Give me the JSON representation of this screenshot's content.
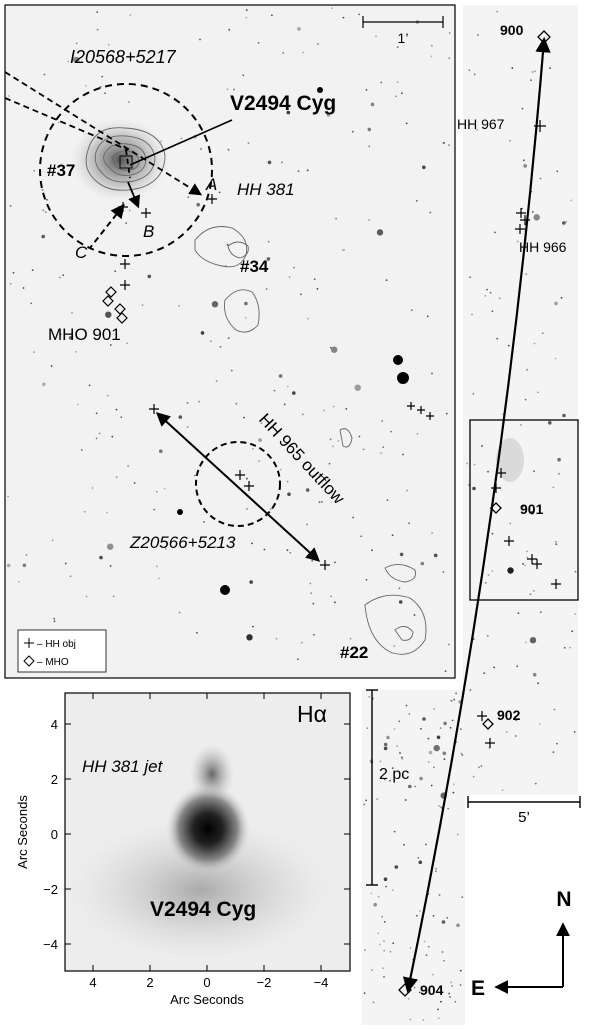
{
  "main_panel": {
    "scale_bar": "1’",
    "iras_source": "I20568+5217",
    "star_name": "V2494 Cyg",
    "hh381": "HH 381",
    "knot_37": "#37",
    "knot_a": "A",
    "knot_b": "B",
    "knot_c": "C",
    "knot_34": "#34",
    "mho901": "MHO 901",
    "outflow_label": "HH 965 outflow",
    "z_source": "Z20566+5213",
    "knot_22": "#22",
    "legend": {
      "hh": "– HH obj",
      "mho": "– MHO"
    }
  },
  "inset": {
    "title": "Hα",
    "jet_label": "HH 381 jet",
    "star_label": "V2494 Cyg",
    "x_label": "Arc Seconds",
    "y_label": "Arc Seconds",
    "x_ticks": [
      "4",
      "2",
      "0",
      "−2",
      "−4"
    ],
    "y_ticks": [
      "4",
      "2",
      "0",
      "−2",
      "−4"
    ]
  },
  "wide_strip": {
    "labels": {
      "hh900": "900",
      "hh967": "HH 967",
      "hh966": "HH 966",
      "hh901": "901",
      "hh902": "902",
      "hh904": "904"
    },
    "scale_2pc": "2 pc",
    "scale_5": "5’",
    "compass": {
      "n": "N",
      "e": "E"
    }
  }
}
